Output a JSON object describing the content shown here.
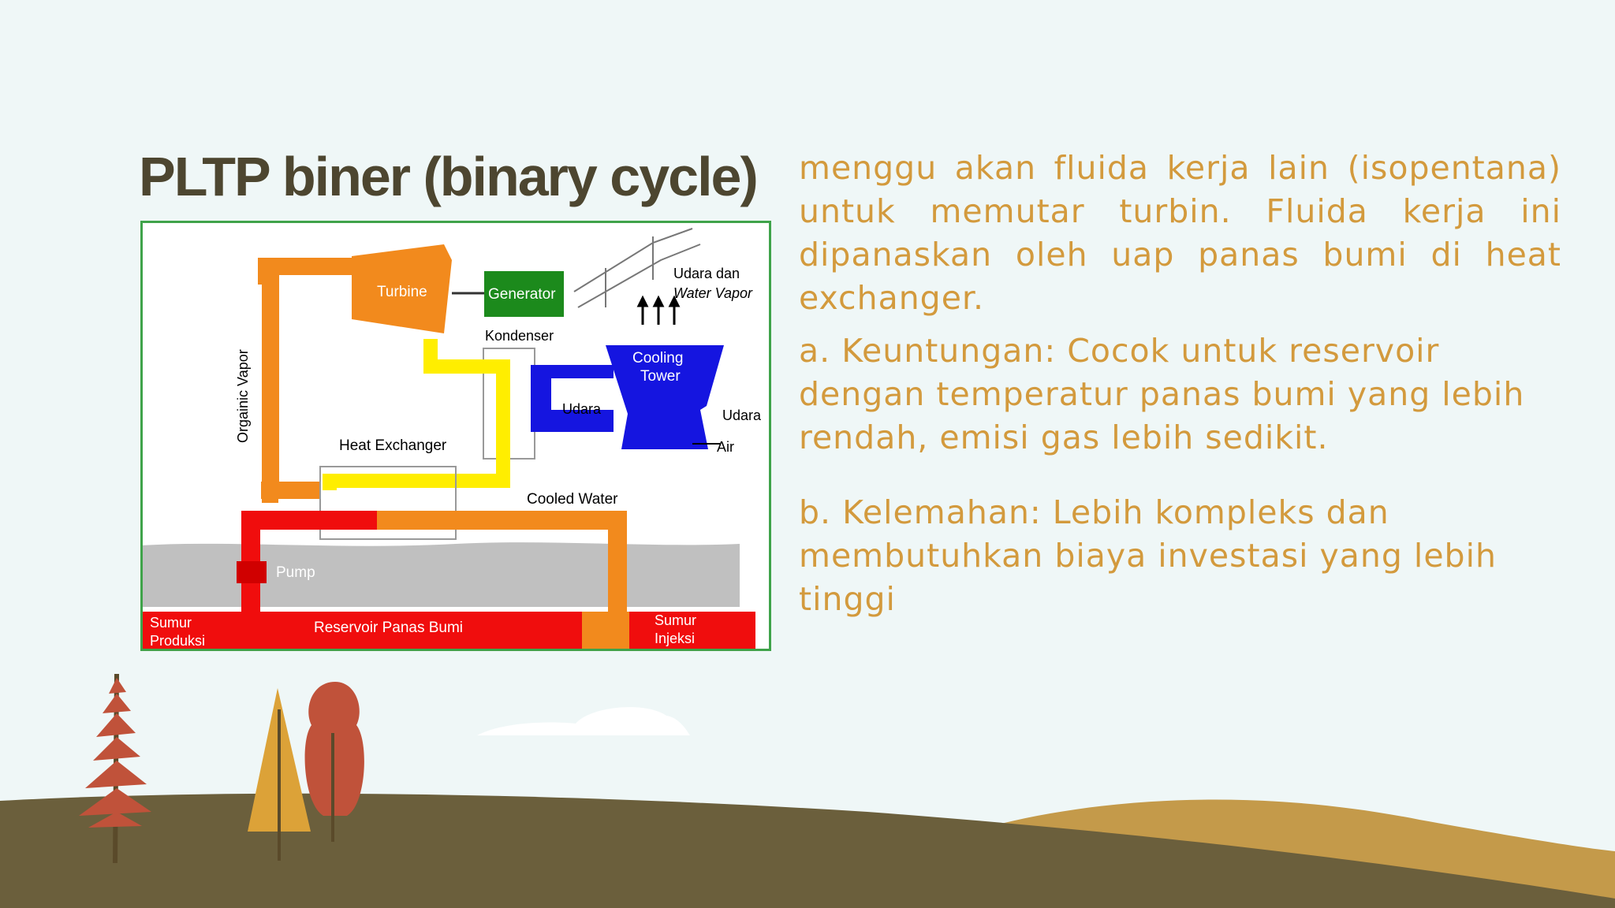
{
  "slide": {
    "title": "PLTP biner (binary cycle)",
    "paragraphs": [
      "menggu akan fluida kerja lain (isopentana) untuk memutar turbin. Fluida kerja ini dipanaskan oleh uap panas bumi di heat exchanger.",
      "a. Keuntungan: Cocok untuk reservoir dengan temperatur panas bumi yang lebih rendah, emisi gas lebih sedikit.",
      "b. Kelemahan: Lebih kompleks dan membutuhkan biaya investasi yang lebih tinggi"
    ]
  },
  "diagram": {
    "turbine": "Turbine",
    "generator": "Generator",
    "air_vapor_1": "Udara dan",
    "air_vapor_2": "Water Vapor",
    "kondenser": "Kondenser",
    "cooling_1": "Cooling",
    "cooling_2": "Tower",
    "udara_inner": "Udara",
    "udara_outer": "Udara",
    "air": "Air",
    "organic_vapor": "Orgainic Vapor",
    "heat_exchanger": "Heat Exchanger",
    "cooled_water": "Cooled Water",
    "pump": "Pump",
    "sumur_produksi_1": "Sumur",
    "sumur_produksi_2": "Produksi",
    "reservoir": "Reservoir Panas Bumi",
    "sumur_injeksi_1": "Sumur",
    "sumur_injeksi_2": "Injeksi"
  },
  "colors": {
    "title": "#4d4630",
    "text": "#d39a3d",
    "background": "#eff7f7",
    "hill_dark": "#6b5f3c",
    "hill_light": "#c49a4a",
    "tree_red": "#c0523a",
    "tree_yellow": "#dca238"
  }
}
